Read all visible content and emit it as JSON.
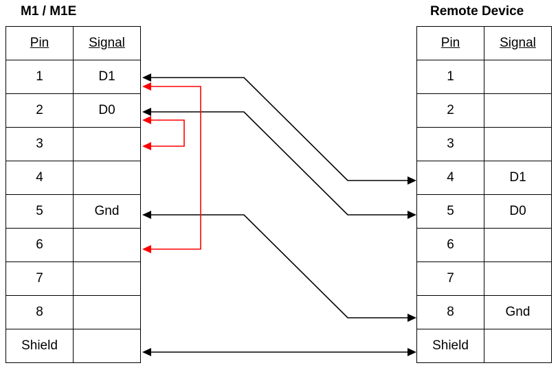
{
  "left": {
    "title": "M1 / M1E",
    "headers": {
      "pin": "Pin",
      "signal": "Signal"
    },
    "rows": [
      {
        "pin": "1",
        "signal": "D1"
      },
      {
        "pin": "2",
        "signal": "D0"
      },
      {
        "pin": "3",
        "signal": ""
      },
      {
        "pin": "4",
        "signal": ""
      },
      {
        "pin": "5",
        "signal": "Gnd"
      },
      {
        "pin": "6",
        "signal": ""
      },
      {
        "pin": "7",
        "signal": ""
      },
      {
        "pin": "8",
        "signal": ""
      },
      {
        "pin": "Shield",
        "signal": ""
      }
    ]
  },
  "right": {
    "title": "Remote Device",
    "headers": {
      "pin": "Pin",
      "signal": "Signal"
    },
    "rows": [
      {
        "pin": "1",
        "signal": ""
      },
      {
        "pin": "2",
        "signal": ""
      },
      {
        "pin": "3",
        "signal": ""
      },
      {
        "pin": "4",
        "signal": "D1"
      },
      {
        "pin": "5",
        "signal": "D0"
      },
      {
        "pin": "6",
        "signal": ""
      },
      {
        "pin": "7",
        "signal": ""
      },
      {
        "pin": "8",
        "signal": "Gnd"
      },
      {
        "pin": "Shield",
        "signal": ""
      }
    ]
  },
  "connections": [
    {
      "from": "1",
      "to": "4",
      "color": "#000000",
      "arrows": "both"
    },
    {
      "from": "2",
      "to": "5",
      "color": "#000000",
      "arrows": "both"
    },
    {
      "from": "5",
      "to": "8",
      "color": "#000000",
      "arrows": "both"
    },
    {
      "from": "Shield",
      "to": "Shield",
      "color": "#000000",
      "arrows": "both"
    }
  ],
  "jumpers": [
    {
      "pins": [
        "1",
        "6"
      ],
      "color": "#ff0000"
    },
    {
      "pins": [
        "2",
        "3"
      ],
      "color": "#ff0000"
    }
  ]
}
